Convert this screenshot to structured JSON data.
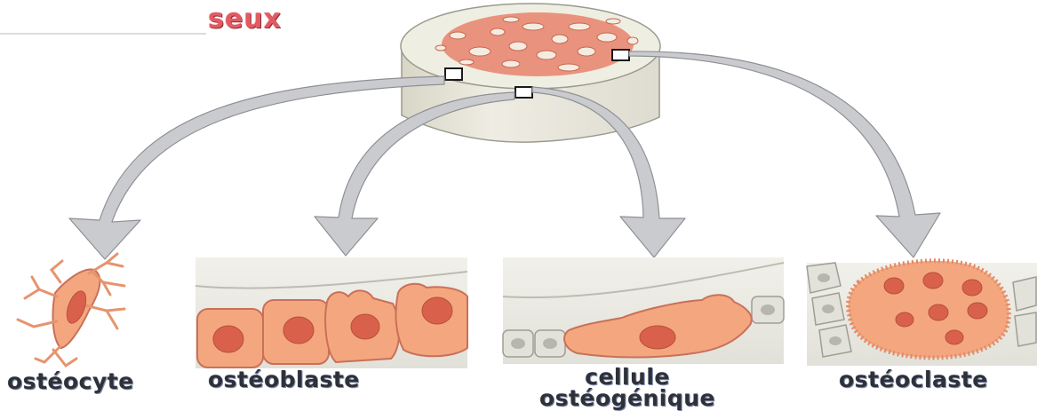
{
  "title": "seux",
  "labels": {
    "osteocyte": "ostéocyte",
    "osteoblaste": "ostéoblaste",
    "cellule": "cellule",
    "osteogenique": "ostéogénique",
    "osteoclaste": "ostéoclaste"
  },
  "colors": {
    "cell_fill": "#f4a77e",
    "nucleus": "#d9614b",
    "arrow": "#cacbcf",
    "bone": "#ecebe0",
    "marrow": "#e8826c",
    "label_text": "#2e3138",
    "title_text": "#e45a63"
  }
}
